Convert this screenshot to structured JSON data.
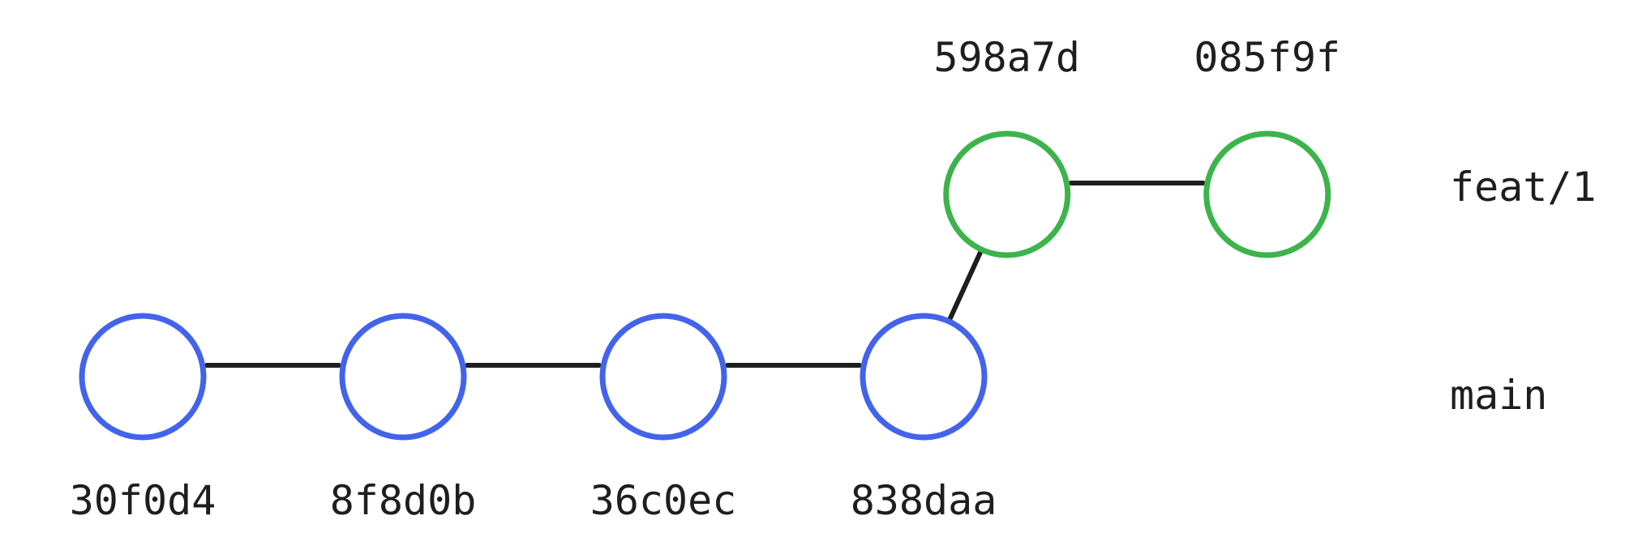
{
  "colors": {
    "main": "#4263eb",
    "feature": "#3cb44b",
    "edge": "#1e1e1e",
    "text": "#1e1e1e"
  },
  "branches": [
    {
      "name": "feat/1",
      "color_key": "feature"
    },
    {
      "name": "main",
      "color_key": "main"
    }
  ],
  "commits": [
    {
      "hash": "30f0d4",
      "branch": "main"
    },
    {
      "hash": "8f8d0b",
      "branch": "main"
    },
    {
      "hash": "36c0ec",
      "branch": "main"
    },
    {
      "hash": "838daa",
      "branch": "main"
    },
    {
      "hash": "598a7d",
      "branch": "feat/1"
    },
    {
      "hash": "085f9f",
      "branch": "feat/1"
    }
  ],
  "edges": [
    [
      "30f0d4",
      "8f8d0b"
    ],
    [
      "8f8d0b",
      "36c0ec"
    ],
    [
      "36c0ec",
      "838daa"
    ],
    [
      "838daa",
      "598a7d"
    ],
    [
      "598a7d",
      "085f9f"
    ]
  ]
}
